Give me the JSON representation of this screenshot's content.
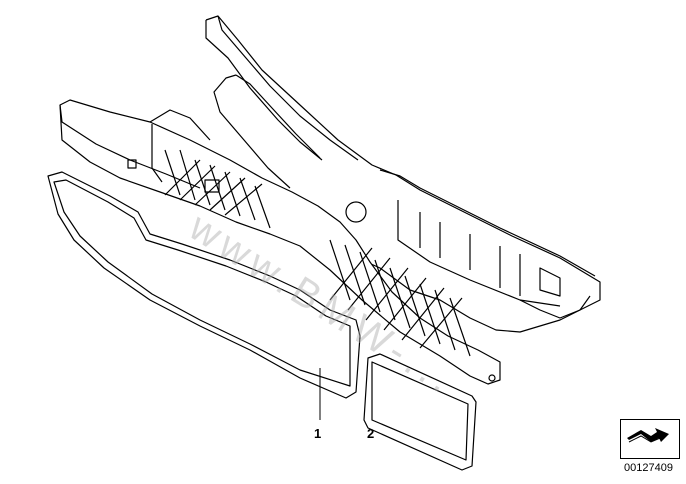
{
  "callouts": {
    "one": "1",
    "two": "2"
  },
  "diagram_id": "00127409",
  "watermark": "www.BMW-...",
  "icons": {
    "navigation": "arrow-navigation-icon"
  },
  "colors": {
    "line": "#000000",
    "background": "#ffffff",
    "watermark": "#aaaaaa"
  }
}
